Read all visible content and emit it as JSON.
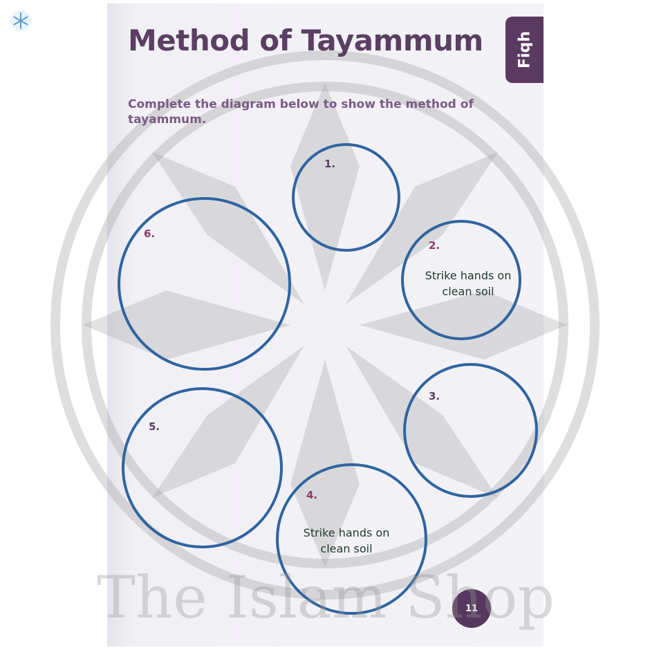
{
  "page": {
    "title": "Method of Tayammum",
    "section_tab": "Fiqh",
    "instruction": "Complete the diagram below to show the method of tayammum.",
    "page_number": "11"
  },
  "steps": [
    {
      "number": "1.",
      "text": ""
    },
    {
      "number": "2.",
      "text": "Strike hands on clean soil"
    },
    {
      "number": "3.",
      "text": ""
    },
    {
      "number": "4.",
      "text": "Strike hands on clean soil"
    },
    {
      "number": "5.",
      "text": ""
    },
    {
      "number": "6.",
      "text": ""
    }
  ],
  "watermark": {
    "text": "The Islam Shop"
  },
  "colors": {
    "title": "#5b3f63",
    "circle": "#2f64a0",
    "tab": "#5b3a62"
  }
}
